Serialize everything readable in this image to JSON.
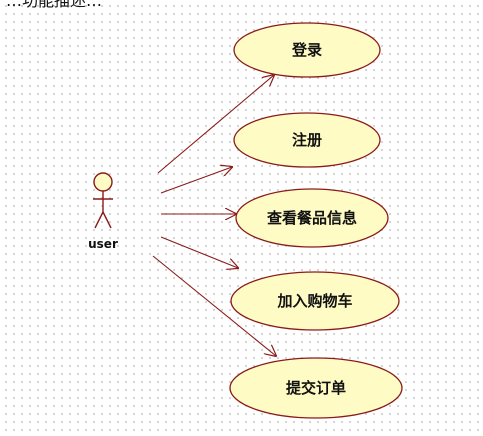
{
  "caption": "…功能描述…",
  "actor": {
    "label": "user",
    "icon": "stick-figure-actor-icon"
  },
  "use_cases": [
    {
      "id": "login",
      "label": "登录"
    },
    {
      "id": "register",
      "label": "注册"
    },
    {
      "id": "view-menu",
      "label": "查看餐品信息"
    },
    {
      "id": "add-to-cart",
      "label": "加入购物车"
    },
    {
      "id": "submit-order",
      "label": "提交订单"
    }
  ],
  "colors": {
    "ellipse_fill": "#fffbc4",
    "ellipse_stroke": "#8b1a1a",
    "association_line": "#8b1a1a",
    "actor_fill": "#fffbc4",
    "actor_stroke": "#8b1a1a"
  }
}
